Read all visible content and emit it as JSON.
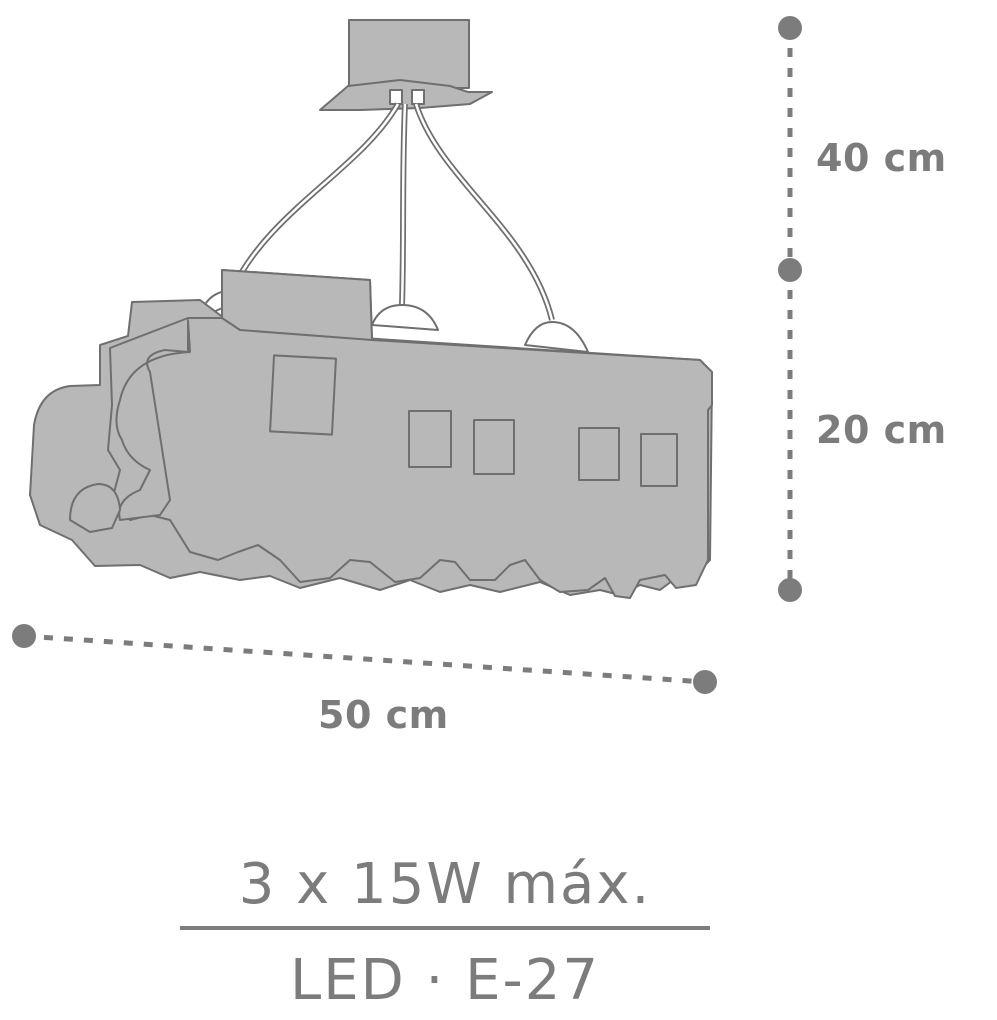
{
  "dimensions": {
    "suspension_height": "40 cm",
    "body_height": "20 cm",
    "width": "50 cm"
  },
  "specs": {
    "power": "3 x 15W máx.",
    "bulb": "LED · E-27"
  },
  "colors": {
    "lamp_fill": "#b7b8b7",
    "outline": "#6e6f6e",
    "dimension_line": "#7b7c7b",
    "text": "#7b7c7b"
  }
}
